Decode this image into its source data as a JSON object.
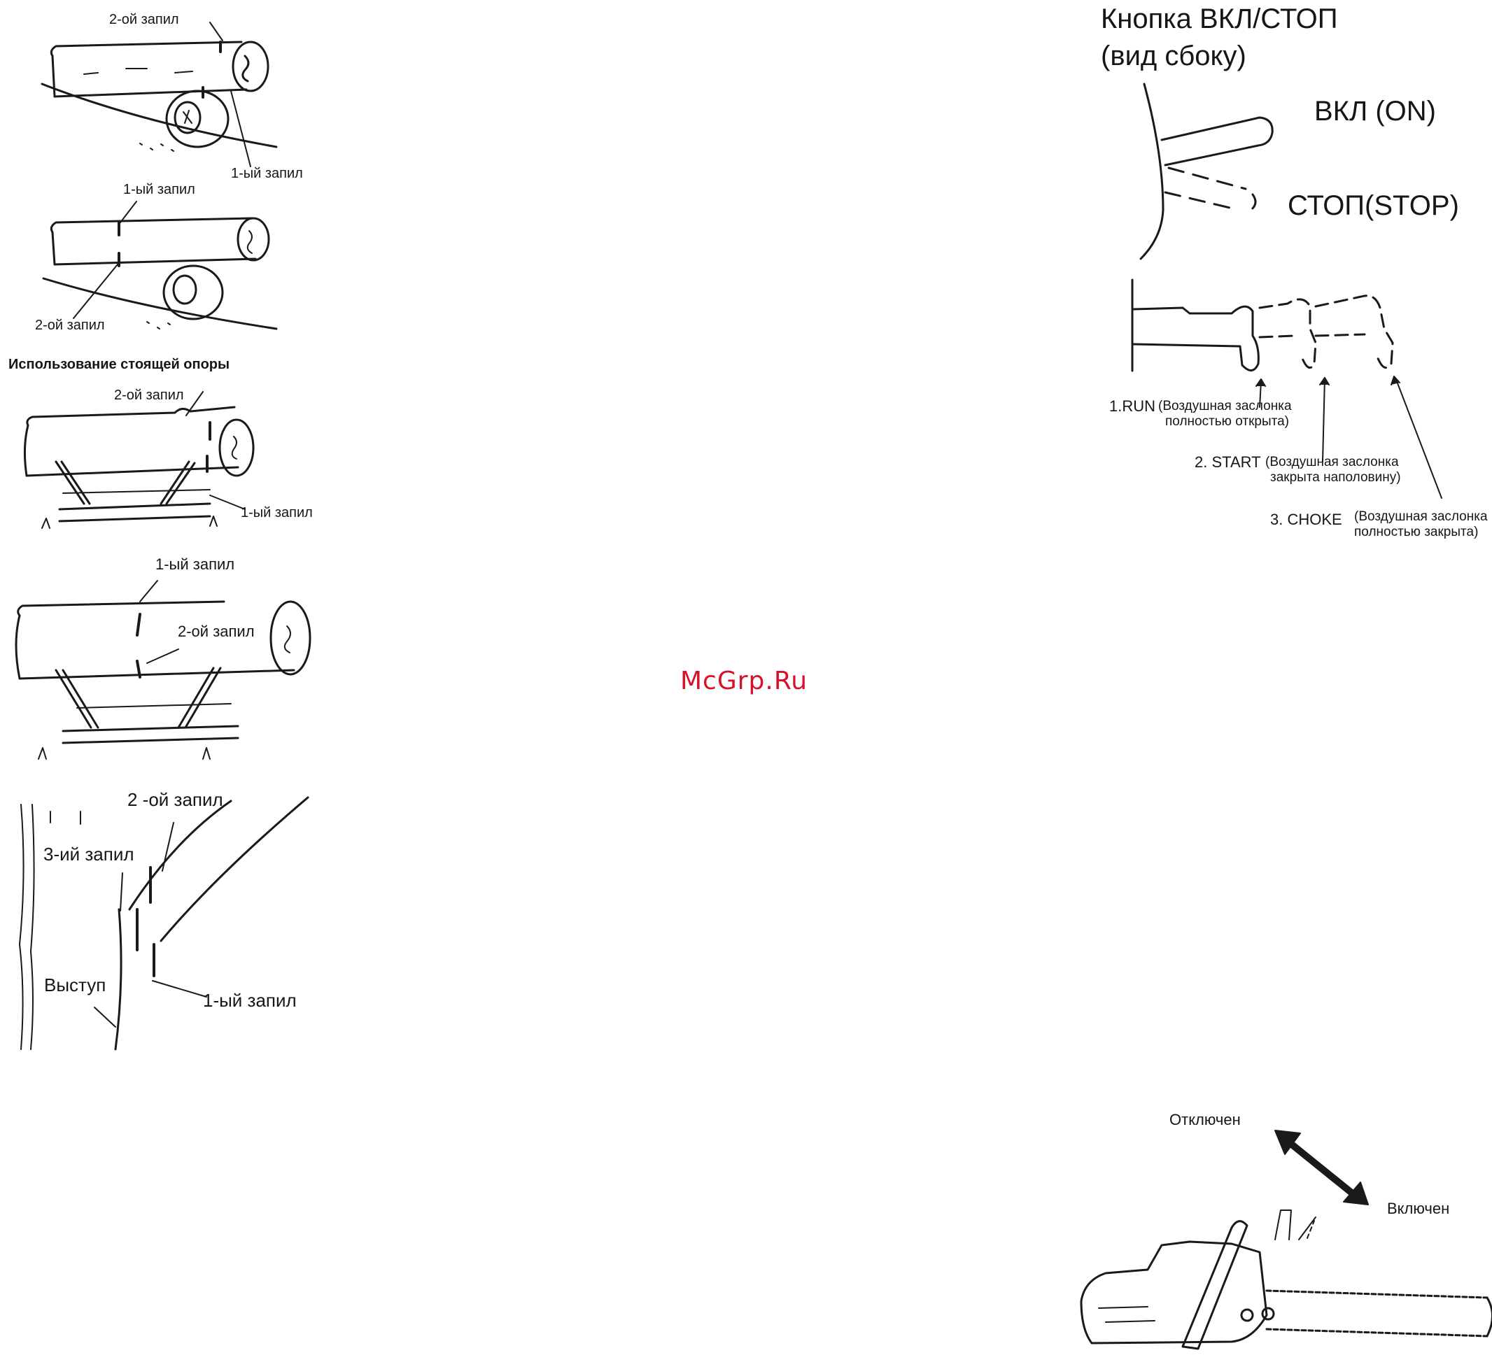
{
  "left_column": {
    "fig1": {
      "cut2": "2-ой запил",
      "cut1": "1-ый запил"
    },
    "fig2": {
      "cut1": "1-ый запил",
      "cut2": "2-ой запил"
    },
    "section_title": "Использование стоящей опоры",
    "fig3": {
      "cut2": "2-ой запил",
      "cut1": "1-ый запил"
    },
    "fig4": {
      "cut1": "1-ый запил",
      "cut2": "2-ой запил"
    },
    "fig5": {
      "cut2": "2 -ой запил",
      "cut3": "3-ий запил",
      "ledge": "Выступ",
      "cut1": "1-ый запил"
    }
  },
  "switch_diagram": {
    "title_line1": "Кнопка ВКЛ/СТОП",
    "title_line2": "(вид сбоку)",
    "on_label": "ВКЛ (ON)",
    "stop_label": "СТОП(STOP)"
  },
  "choke_diagram": {
    "run_code": "1.RUN",
    "run_desc_1": "(Воздушная заслонка",
    "run_desc_2": "полностью открыта)",
    "start_code": "2. START",
    "start_desc_1": "(Воздушная заслонка",
    "start_desc_2": "закрыта наполовину)",
    "choke_code": "3. CHOKE",
    "choke_desc_1": "(Воздушная заслонка",
    "choke_desc_2": "полностью закрыта)"
  },
  "brake_diagram": {
    "off_label": "Отключен",
    "on_label": "Включен"
  },
  "watermark": "McGrp.Ru"
}
